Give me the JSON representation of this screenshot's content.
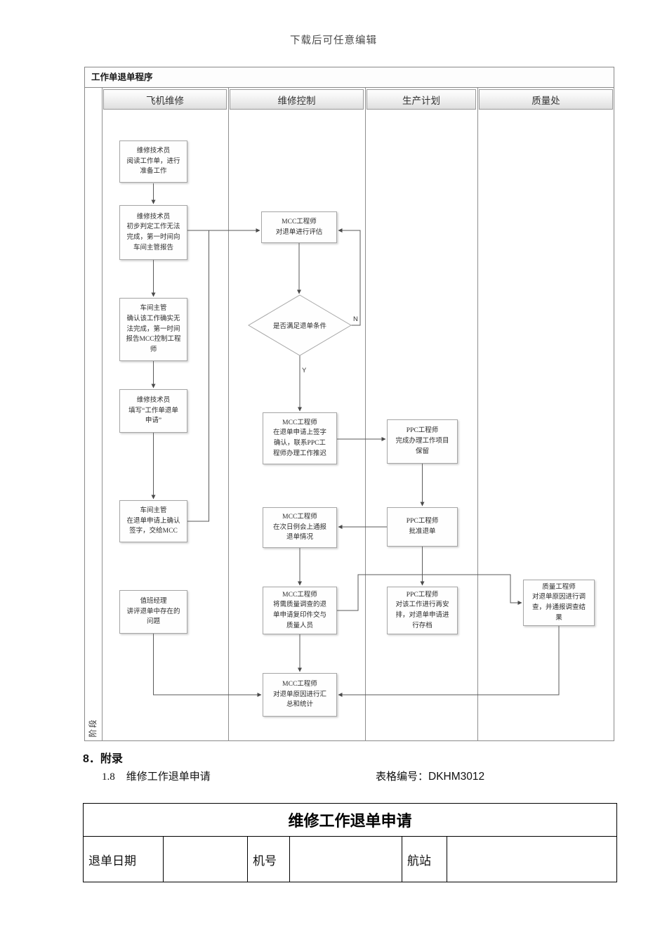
{
  "page": {
    "top_note": "下载后可任意编辑"
  },
  "colors": {
    "line": "#5a5a5a",
    "border": "#8a8a8a"
  },
  "flowchart": {
    "title": "工作单退单程序",
    "stage_label": "阶段",
    "lanes": [
      "飞机维修",
      "维修控制",
      "生产计划",
      "质量处"
    ],
    "branch_labels": {
      "no": "N",
      "yes": "Y"
    },
    "nodes": {
      "prepare": {
        "text": "维修技术员\n阅读工作单，进行\n准备工作"
      },
      "report_supervisor": {
        "text": "维修技术员\n初步判定工作无法\n完成，第一时间向\n车间主管报告"
      },
      "supervisor_confirm": {
        "text": "车间主管\n确认该工作确实无\n法完成，第一时间\n报告MCC控制工程\n师"
      },
      "fill_application": {
        "text": "维修技术员\n填写“工作单退单\n申请”"
      },
      "supervisor_sign": {
        "text": "车间主管\n在退单申请上确认\n签字，交给MCC"
      },
      "duty_manager_review": {
        "text": "值班经理\n讲评退单中存在的\n问题"
      },
      "mcc_evaluate": {
        "text": "MCC工程师\n对退单进行评估"
      },
      "decision": {
        "text": "是否满足退单条件"
      },
      "mcc_sign": {
        "text": "MCC工程师\n在退单申请上签字\n确认，联系PPC工\n程师办理工作推迟"
      },
      "mcc_meeting": {
        "text": "MCC工程师\n在次日例会上通报\n退单情况"
      },
      "mcc_quality_copy": {
        "text": "MCC工程师\n将需质量调查的退\n单申请复印件交与\n质量人员"
      },
      "mcc_summary": {
        "text": "MCC工程师\n对退单原因进行汇\n总和统计"
      },
      "ppc_hold": {
        "text": "PPC工程师\n完成办理工作项目\n保留"
      },
      "ppc_approve": {
        "text": "PPC工程师\n批准退单"
      },
      "ppc_rearrange": {
        "text": "PPC工程师\n对该工作进行再安\n排，对退单申请进\n行存档"
      },
      "quality_investigate": {
        "text": "质量工程师\n对退单原因进行调\n查，并通报调查结\n果"
      }
    }
  },
  "appendix": {
    "heading": "8．附录",
    "item_no": "1.8",
    "item_title": "维修工作退单申请",
    "form_code_label": "表格编号：",
    "form_code": "DKHM3012"
  },
  "form": {
    "title": "维修工作退单申请",
    "fields": {
      "date": "退单日期",
      "aircraft": "机号",
      "station": "航站"
    }
  }
}
